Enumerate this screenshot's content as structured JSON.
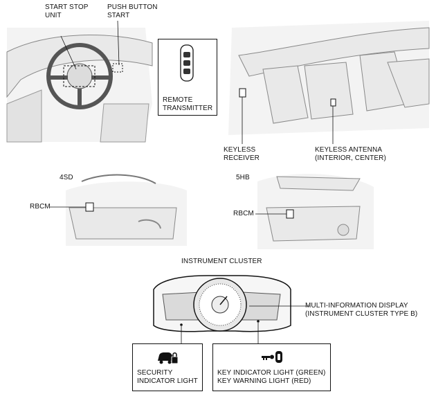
{
  "labels": {
    "start_stop_unit": "START STOP\nUNIT",
    "push_button_start": "PUSH BUTTON\nSTART",
    "remote_transmitter": "REMOTE\nTRANSMITTER",
    "keyless_receiver": "KEYLESS\nRECEIVER",
    "keyless_antenna": "KEYLESS ANTENNA\n(INTERIOR, CENTER)",
    "variant_4sd": "4SD",
    "variant_5hb": "5HB",
    "rbcm_4sd": "RBCM",
    "rbcm_5hb": "RBCM",
    "instrument_cluster": "INSTRUMENT CLUSTER",
    "multi_info_display": "MULTI-INFORMATION DISPLAY\n(INSTRUMENT CLUSTER TYPE B)",
    "security_indicator": "SECURITY\nINDICATOR LIGHT",
    "key_indicator": "KEY INDICATOR LIGHT (GREEN)\nKEY WARNING LIGHT (RED)"
  },
  "icons": [
    "key-fob-icon",
    "security-car-lock-icon",
    "key-indicator-icon"
  ],
  "colors": {
    "line": "#111111",
    "shade": "#d8d8d8"
  }
}
